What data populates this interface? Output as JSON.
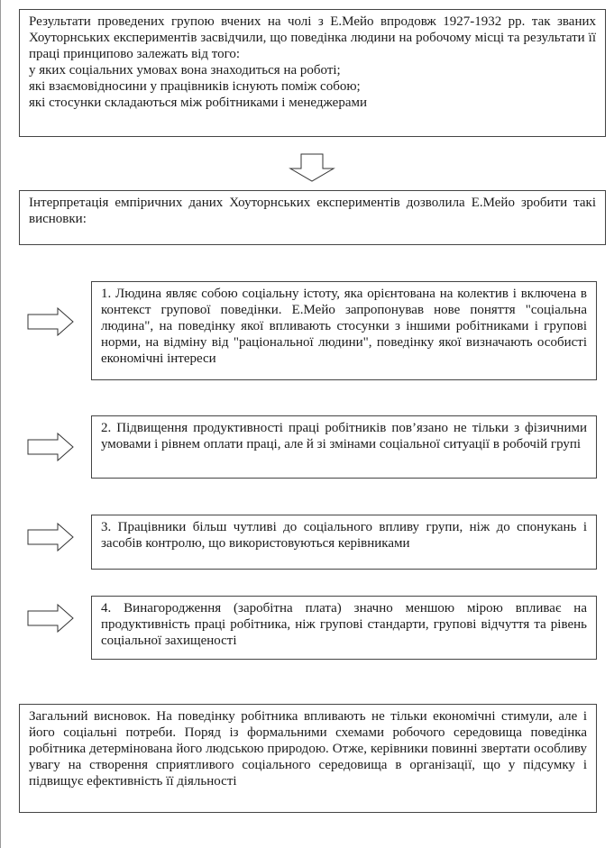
{
  "box1": {
    "intro": "Результати проведених групою вчених на чолі з Е.Мейо впродовж 1927-1932 рр. так званих Хоуторнських експериментів засвідчили, що поведінка людини на робочому місці та результати її праці принципово залежать від того:",
    "items": [
      "у яких соціальних умовах вона знаходиться на роботі;",
      "які взаємовідносини у працівників існують поміж собою;",
      "які стосунки складаються між робітниками і менеджерами"
    ]
  },
  "box2": {
    "text": "Інтерпретація емпіричних даних Хоуторнських експериментів дозволила Е.Мейо зробити такі висновки:"
  },
  "conclusions": [
    "1. Людина являє собою соціальну істоту, яка орієнтована на колектив і включена в контекст групової поведінки. Е.Мейо запропонував нове поняття \"соціальна людина\", на поведінку якої впливають стосунки з іншими робітниками і групові норми, на відміну від \"раціональної людини\", поведінку якої визначають особисті економічні інтереси",
    "2. Підвищення продуктивності праці робітників пов’язано не тільки з фізичними умовами і рівнем оплати праці, але й зі змінами соціальної ситуації в робочій групі",
    "3. Працівники більш чутливі до соціального впливу групи, ніж до спонукань і засобів контролю, що використовуються керівниками",
    "4. Винагородження (заробітна плата) значно меншою мірою впливає на продуктивність праці робітника, ніж групові стандарти, групові відчуття та рівень соціальної захищеності"
  ],
  "summary": {
    "text": "Загальний висновок. На поведінку робітника впливають не тільки економічні стимули, але і його соціальні потреби. Поряд із формальними схемами робочого середовища поведінка робітника детермінована його людською природою. Отже, керівники повинні звертати особливу увагу на створення сприятливого соціального середовища в організації, що у підсумку і підвищує ефективність її діяльності"
  },
  "colors": {
    "border": "#444444",
    "arrow_stroke": "#333333",
    "text": "#1a1a1a"
  },
  "icons": {
    "down_arrow": "down-arrow-icon",
    "right_arrow": "right-arrow-icon"
  }
}
